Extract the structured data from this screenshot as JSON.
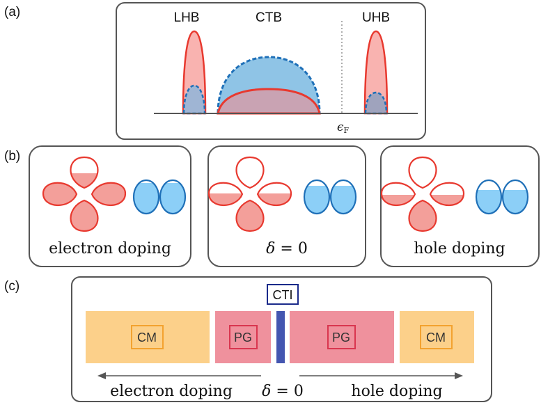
{
  "panel_a": {
    "tag": "(a)",
    "labels": {
      "lhb": "LHB",
      "ctb": "CTB",
      "uhb": "UHB"
    },
    "fermi_label_symbol": "ϵ",
    "fermi_label_sub": "F"
  },
  "panel_b": {
    "tag": "(b)",
    "cards": [
      {
        "caption": "electron doping"
      },
      {
        "caption_symbol": "δ",
        "caption_rest": " = 0"
      },
      {
        "caption": "hole doping"
      }
    ]
  },
  "panel_c": {
    "tag": "(c)",
    "cti_label": "CTI",
    "regions": [
      {
        "label": "CM"
      },
      {
        "label": "PG"
      },
      {
        "label": "PG"
      },
      {
        "label": "CM"
      }
    ],
    "left_arrow_label": "electron doping",
    "right_arrow_label": "hole doping",
    "center_label_symbol": "δ",
    "center_label_rest": " = 0"
  },
  "colors": {
    "frame": "#555555",
    "red_line": "#e8392f",
    "red_fill": "#f9b3b0",
    "blue_line": "#1f70b8",
    "blue_fill": "#8fc4e6",
    "mauve_fill": "#c9a3b3",
    "cm_fill": "#fcd08a",
    "cm_border": "#f3a22f",
    "pg_fill": "#ef919d",
    "pg_border": "#d9364f",
    "cti_bar": "#4456b0",
    "cti_border": "#1a2a8a",
    "arrow": "#555555"
  }
}
